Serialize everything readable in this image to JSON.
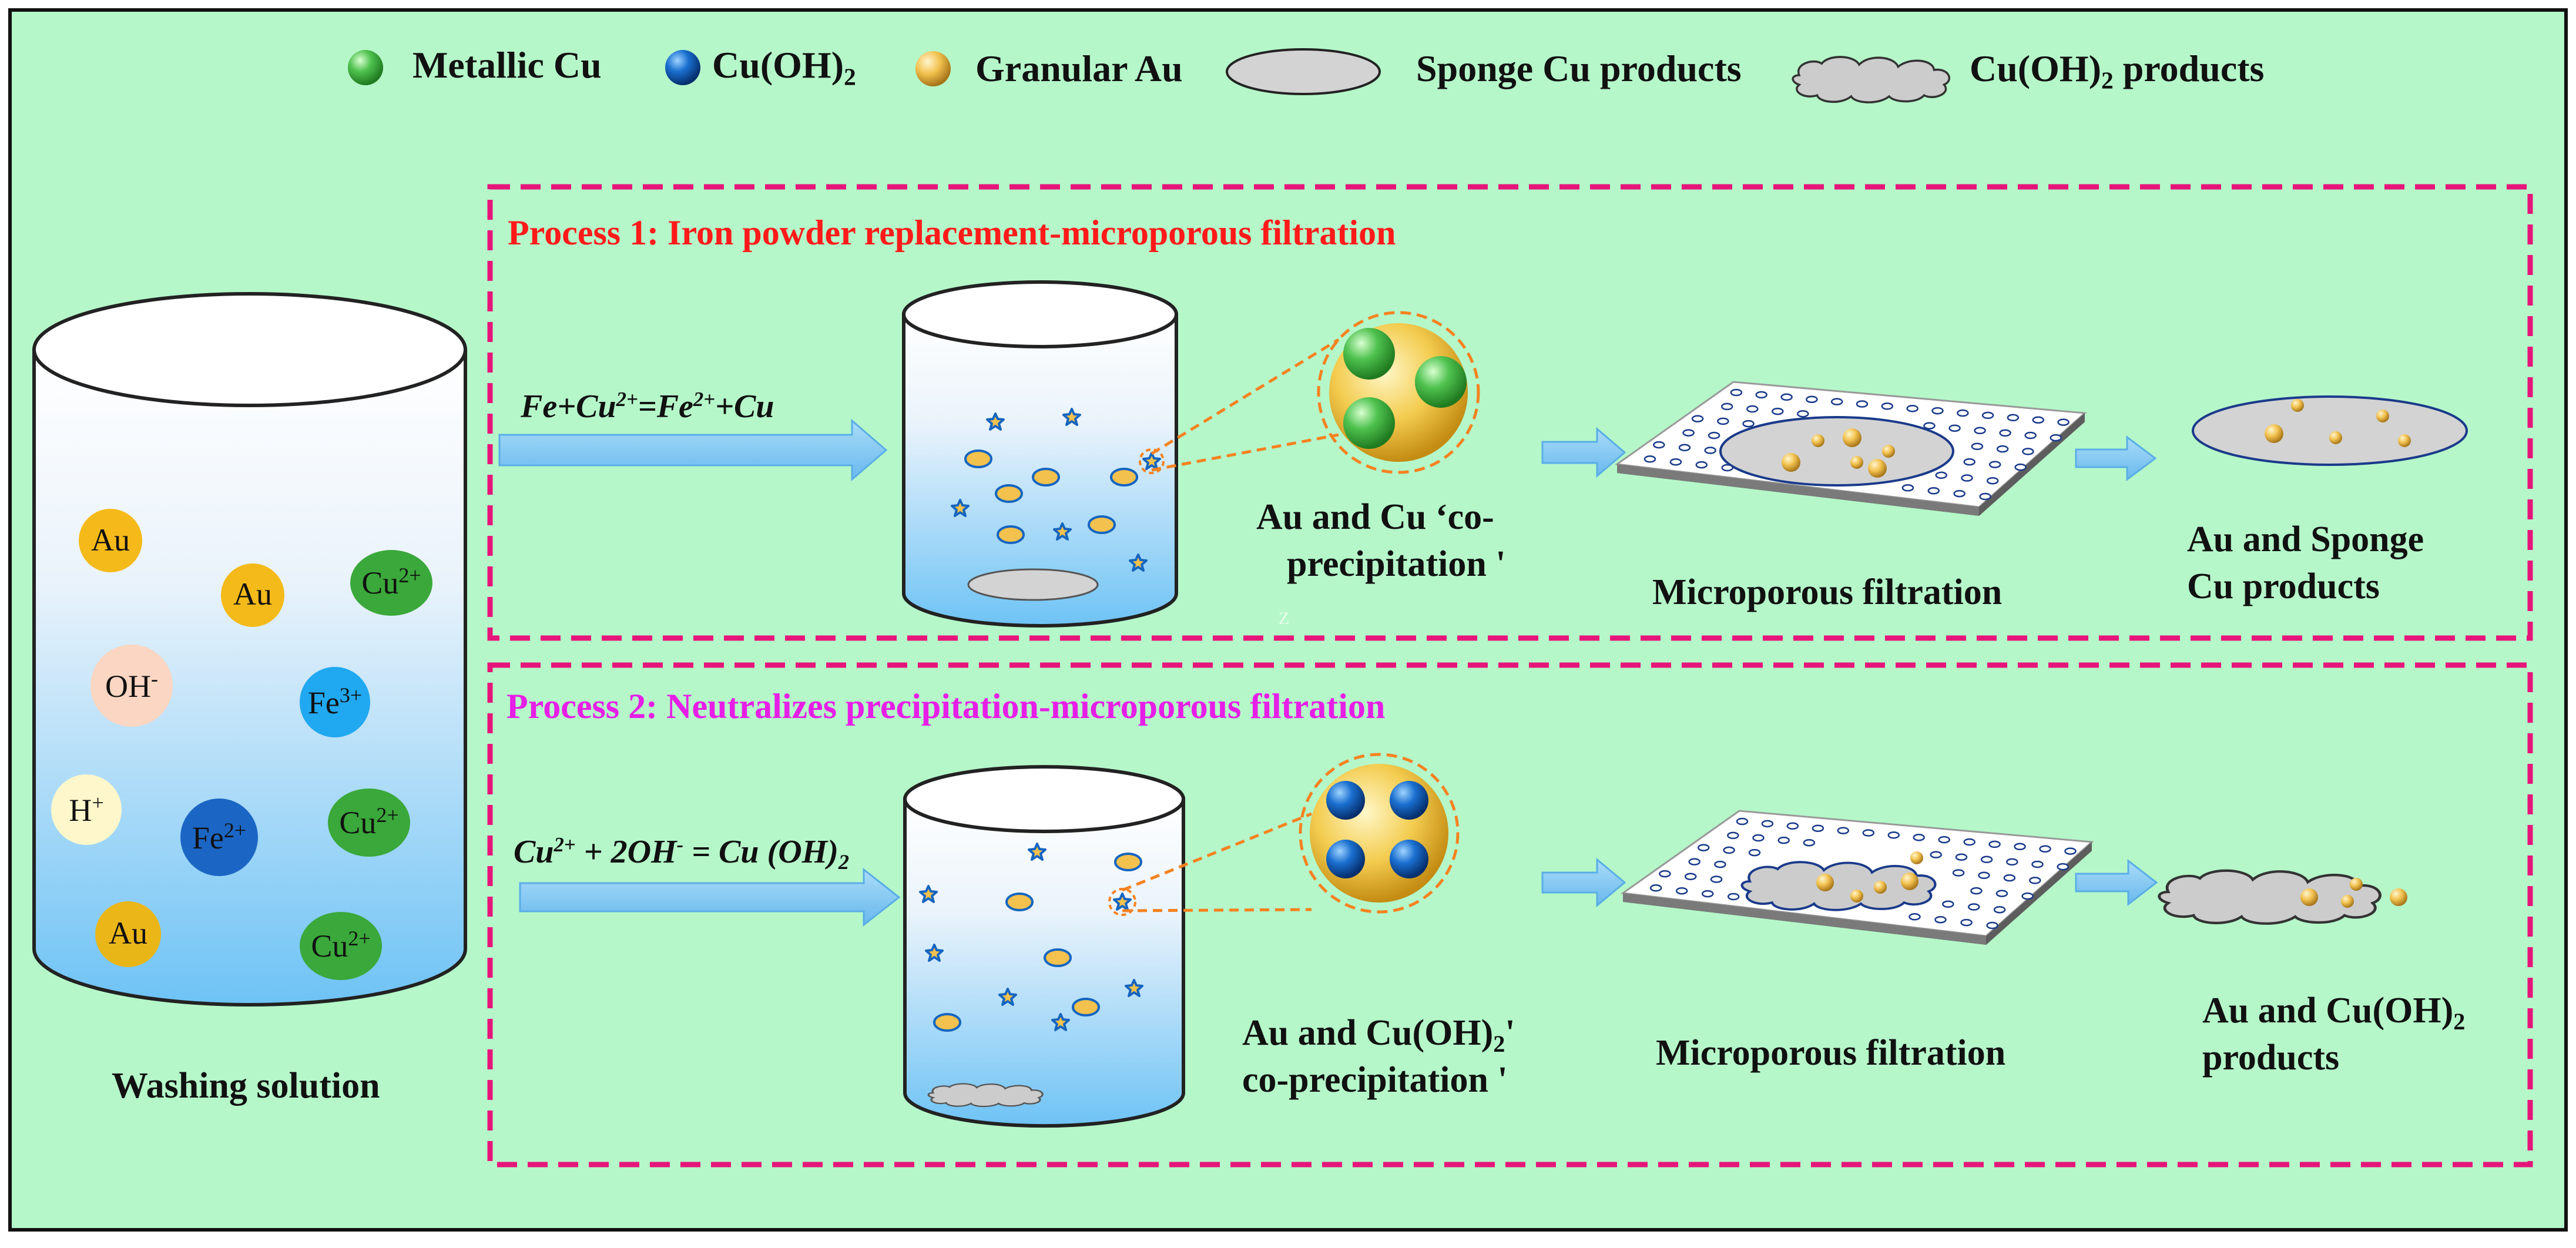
{
  "legend": {
    "metallic_cu": "Metallic Cu",
    "cu_oh2_base": "Cu(OH)",
    "cu_oh2_sub": "2",
    "granular_au": "Granular Au",
    "sponge_cu": "Sponge Cu products",
    "cu_oh2_products_base": "Cu(OH)",
    "cu_oh2_products_sub": "2",
    "cu_oh2_products_tail": " products"
  },
  "washing": {
    "label": "Washing solution",
    "ions": [
      {
        "name": "au-1",
        "text": "Au",
        "sup": ""
      },
      {
        "name": "au-2",
        "text": "Au",
        "sup": ""
      },
      {
        "name": "cu-1",
        "text": "Cu",
        "sup": "2+"
      },
      {
        "name": "oh",
        "text": "OH",
        "sup": "-"
      },
      {
        "name": "fe3",
        "text": "Fe",
        "sup": "3+"
      },
      {
        "name": "h",
        "text": "H",
        "sup": "+"
      },
      {
        "name": "fe2",
        "text": "Fe",
        "sup": "2+"
      },
      {
        "name": "cu-2",
        "text": "Cu",
        "sup": "2+"
      },
      {
        "name": "au-3",
        "text": "Au",
        "sup": ""
      },
      {
        "name": "cu-3",
        "text": "Cu",
        "sup": "2+"
      }
    ]
  },
  "process1": {
    "title_prefix": "Process 1: ",
    "title_rest": "Iron powder replacement-microporous filtration",
    "equation": {
      "a": "Fe+Cu",
      "a_sup": "2+",
      "b": "=Fe",
      "b_sup": "2+",
      "c": "+Cu"
    },
    "copr_line1": "Au and Cu ‘co-",
    "copr_line2": "precipitation '",
    "filtration": "Microporous filtration",
    "product_line1": "Au and Sponge",
    "product_line2": "Cu products"
  },
  "process2": {
    "title_prefix": "Process 2: ",
    "title_rest": "Neutralizes precipitation-microporous filtration",
    "equation": {
      "a": "Cu",
      "a_sup": "2+",
      "b": " + 2OH",
      "b_sup": "-",
      "c": " = Cu (OH)",
      "c_sub": "2"
    },
    "copr_line1_base": "Au and Cu(OH)",
    "copr_line1_sub": "2",
    "copr_line1_tail": "'",
    "copr_line2": "co-precipitation '",
    "filtration": "Microporous filtration",
    "product_line1_base": "Au and Cu(OH)",
    "product_line1_sub": "2",
    "product_line2": "products"
  },
  "stray_mark": "Z",
  "colors": {
    "background": "#b5f7c9",
    "dashed_box": "#e6157a",
    "process1_title": "#ff1a1a",
    "process2_title": "#e61ee6",
    "arrow": "#7cc6f2",
    "zoom_circle": "#f58220",
    "metallic_cu": "#3aa83a",
    "cu_oh2": "#1565c0",
    "granular_au": "#e8b84a"
  }
}
